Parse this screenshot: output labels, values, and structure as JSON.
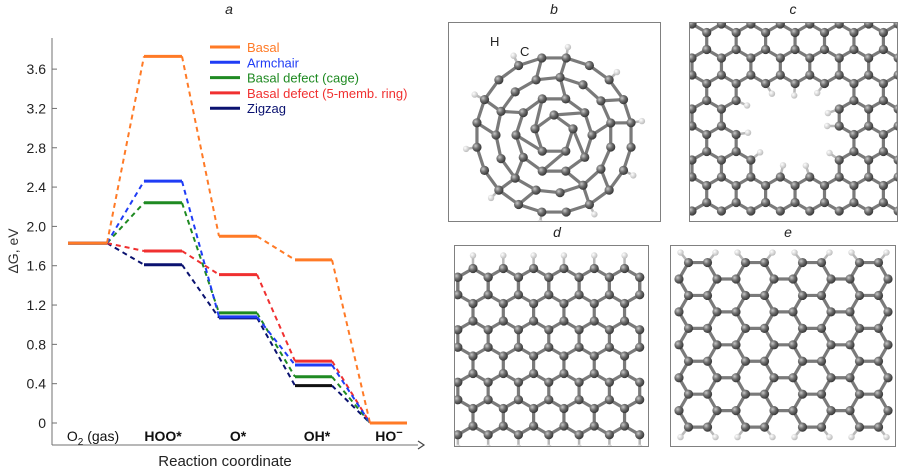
{
  "figure": {
    "panel_a_label": "a",
    "panel_b_label": "b",
    "panel_c_label": "c",
    "panel_d_label": "d",
    "panel_e_label": "e",
    "panel_b_atom_labels": {
      "hydrogen": "H",
      "carbon": "C"
    }
  },
  "colors": {
    "Basal": "#ff7a26",
    "Armchair": "#1f3cf5",
    "Basal defect (cage)": "#1f8a22",
    "Basal defect (5-memb. ring)": "#f03030",
    "Zigzag": "#0a1270",
    "Zigzag_OH": "#111111",
    "axis": "#707070",
    "carbon": "#6a6a6a",
    "hydrogen": "#e4e4e4",
    "bond": "#7a7a7a",
    "frame": "#808080"
  },
  "chart_data": {
    "type": "line",
    "subtype": "free-energy step diagram",
    "title": "a",
    "xlabel": "Reaction coordinate",
    "ylabel": "ΔG, eV",
    "ylim": [
      -0.05,
      3.9
    ],
    "yticks": [
      0,
      0.4,
      0.8,
      1.2,
      1.6,
      2.0,
      2.4,
      2.8,
      3.2,
      3.6
    ],
    "ytick_labels": [
      "0",
      "0.4",
      "0.8",
      "1.2",
      "1.6",
      "2.0",
      "2.4",
      "2.8",
      "3.2",
      "3.6"
    ],
    "categories": [
      "O2 (gas)",
      "HOO*",
      "O*",
      "OH*",
      "HO−"
    ],
    "category_labels": [
      {
        "main": "O",
        "sub": "2",
        "rest": " (gas)",
        "bold": false
      },
      {
        "main": "HOO*",
        "sub": "",
        "rest": "",
        "bold": true
      },
      {
        "main": "O*",
        "sub": "",
        "rest": "",
        "bold": true
      },
      {
        "main": "OH*",
        "sub": "",
        "rest": "",
        "bold": true
      },
      {
        "main": "HO",
        "sup": "−",
        "rest": "",
        "bold": true
      }
    ],
    "grid": false,
    "legend_position": "upper center",
    "series": [
      {
        "name": "Basal",
        "values": [
          1.83,
          3.73,
          1.9,
          1.66,
          0.0
        ]
      },
      {
        "name": "Armchair",
        "values": [
          1.83,
          2.46,
          1.08,
          0.59,
          0.0
        ]
      },
      {
        "name": "Basal defect (cage)",
        "values": [
          1.83,
          2.24,
          1.12,
          0.47,
          0.0
        ]
      },
      {
        "name": "Basal defect (5-memb. ring)",
        "values": [
          1.83,
          1.75,
          1.51,
          0.63,
          0.0
        ]
      },
      {
        "name": "Zigzag",
        "values": [
          1.83,
          1.61,
          1.07,
          0.38,
          0.0
        ]
      }
    ],
    "legend": [
      "Basal",
      "Armchair",
      "Basal defect (cage)",
      "Basal defect (5-memb. ring)",
      "Zigzag"
    ]
  }
}
